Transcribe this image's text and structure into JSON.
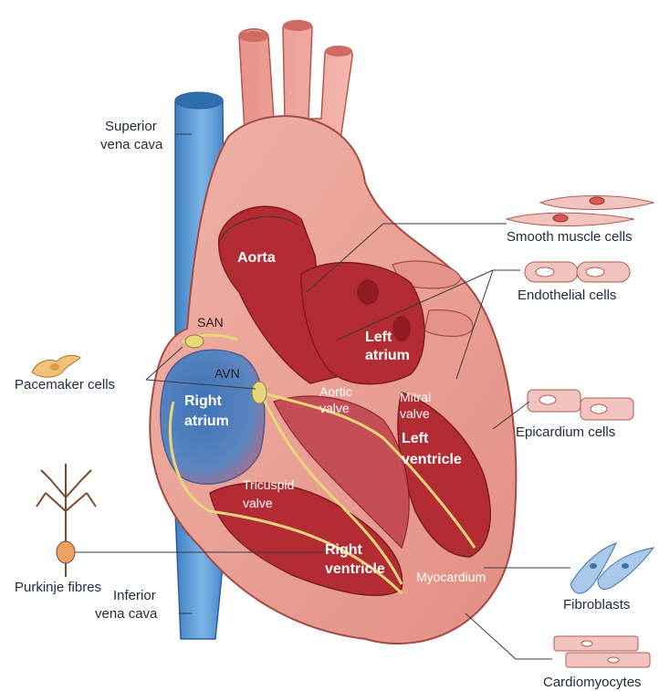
{
  "labels": {
    "superior_vena_cava": [
      "Superior",
      "vena cava"
    ],
    "inferior_vena_cava": [
      "Inferior",
      "vena cava"
    ],
    "aorta": "Aorta",
    "left_atrium": [
      "Left",
      "atrium"
    ],
    "right_atrium": [
      "Right",
      "atrium"
    ],
    "left_ventricle": [
      "Left",
      "ventricle"
    ],
    "right_ventricle": [
      "Right",
      "ventricle"
    ],
    "san": "SAN",
    "avn": "AVN",
    "aortic_valve": [
      "Aortic",
      "valve"
    ],
    "mitral_valve": [
      "Mitral",
      "valve"
    ],
    "tricuspid_valve": [
      "Tricuspid",
      "valve"
    ],
    "myocardium": "Myocardium",
    "smooth_muscle_cells": "Smooth muscle cells",
    "endothelial_cells": "Endothelial cells",
    "epicardium_cells": "Epicardium cells",
    "pacemaker_cells": "Pacemaker cells",
    "purkinje_fibres": "Purkinje fibres",
    "fibroblasts": "Fibroblasts",
    "cardiomyocytes": "Cardiomyocytes"
  },
  "colors": {
    "vena_cava": "#5b9bd5",
    "heart_outer": "#e9a59a",
    "chamber_dark": "#b8323a",
    "conduction": "#e8d77a",
    "cell_fill": "#f2c4c0"
  }
}
